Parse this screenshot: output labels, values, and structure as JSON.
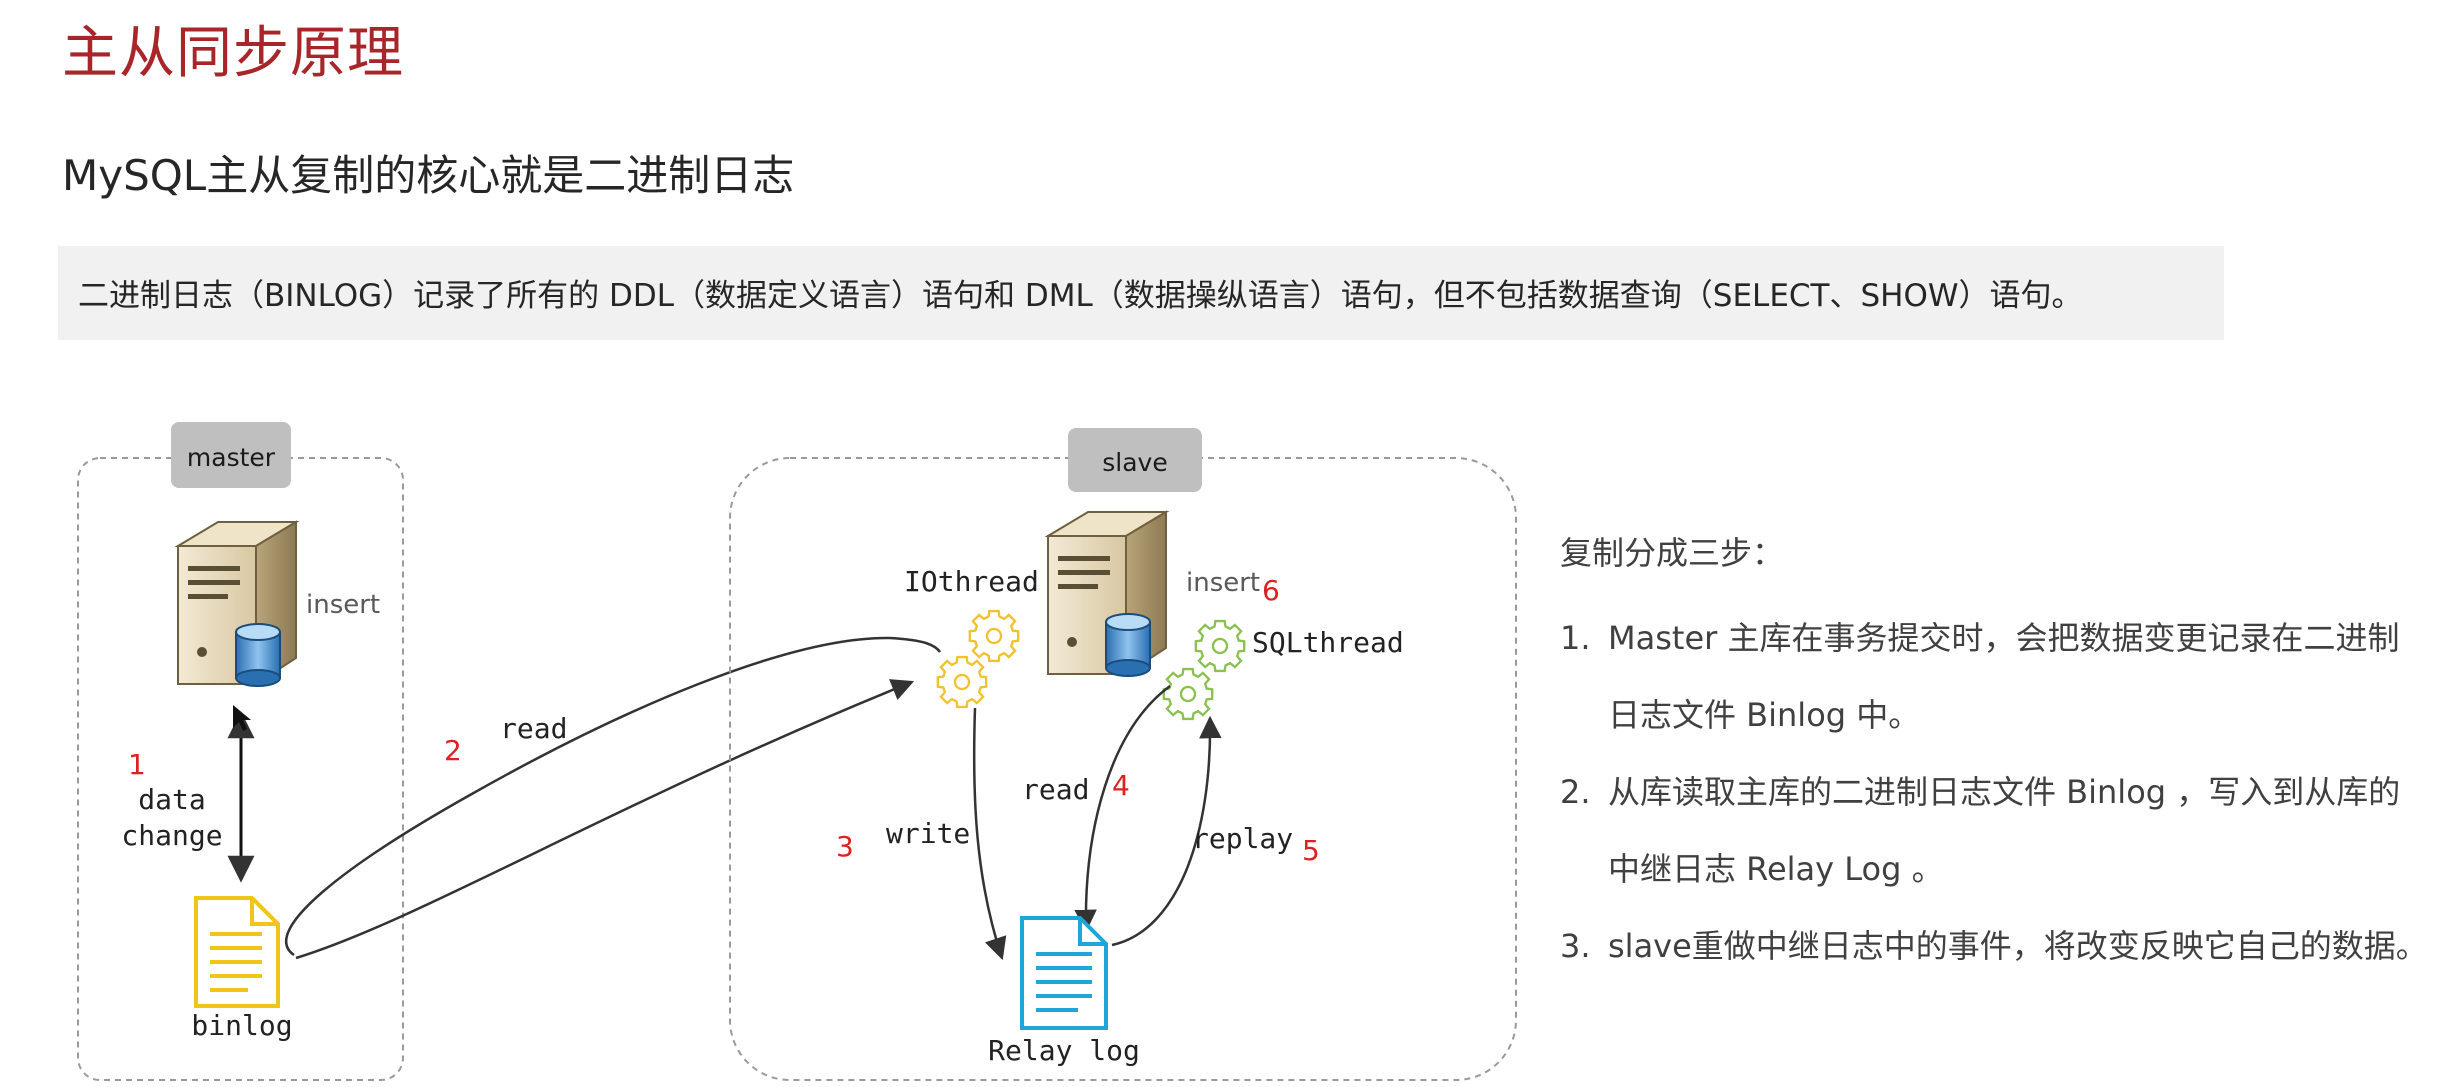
{
  "page": {
    "title": "主从同步原理",
    "subtitle": "MySQL主从复制的核心就是二进制日志",
    "description": "二进制日志（BINLOG）记录了所有的 DDL（数据定义语言）语句和 DML（数据操纵语言）语句，但不包括数据查询（SELECT、SHOW）语句。"
  },
  "diagram": {
    "master": {
      "label": "master",
      "insert_label": "insert",
      "binlog_label": "binlog",
      "step1_number": "1",
      "data_change_line1": "data",
      "data_change_line2": "change"
    },
    "transfer": {
      "step2_number": "2",
      "read_label": "read"
    },
    "slave": {
      "label": "slave",
      "iothread_label": "IOthread",
      "insert_label": "insert",
      "step6_number": "6",
      "sqlthread_label": "SQLthread",
      "step3_number": "3",
      "write_label": "write",
      "read_label": "read",
      "step4_number": "4",
      "replay_label": "replay",
      "step5_number": "5",
      "relay_log_label": "Relay log"
    },
    "colors": {
      "box_border": "#9a9a9a",
      "tag_bg": "#bfbfbf",
      "binlog_yellow": "#f0c419",
      "relay_blue": "#1ea6d8",
      "gear_yellow": "#f2c12e",
      "gear_green": "#8cc152",
      "number_red": "#e02020",
      "title_red": "#a8252a"
    }
  },
  "steps": {
    "heading": "复制分成三步：",
    "items": [
      {
        "number": "1.",
        "line1": "Master 主库在事务提交时，会把数据变更记录在二进制",
        "line2": "日志文件 Binlog 中。"
      },
      {
        "number": "2.",
        "line1": "从库读取主库的二进制日志文件 Binlog ，写入到从库的",
        "line2": "中继日志 Relay Log 。"
      },
      {
        "number": "3.",
        "line1": "slave重做中继日志中的事件，将改变反映它自己的数据。",
        "line2": ""
      }
    ]
  }
}
